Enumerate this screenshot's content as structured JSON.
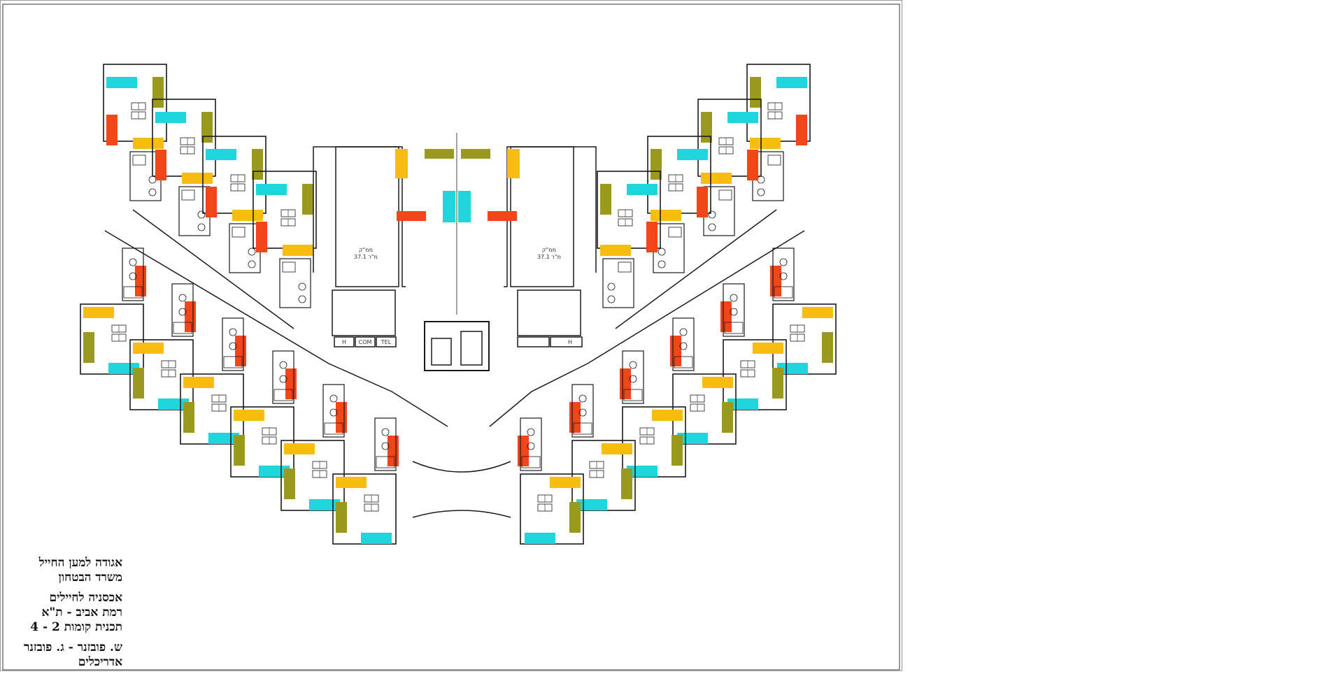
{
  "drawing": {
    "colors": {
      "line": "#1a1a1a",
      "cyan": "#1fd6dc",
      "olive": "#9a9a1e",
      "red": "#f2461a",
      "yellow": "#f7bd0f",
      "frame": "#8a8a8a"
    },
    "room_labels": {
      "left_room": [
        "ממ\"ק",
        "37.1 מ\"ר"
      ],
      "right_room": [
        "ממ\"ק",
        "37.1 מ\"ר"
      ]
    },
    "shaft_labels": {
      "left": [
        "H",
        "COM",
        "TEL"
      ],
      "right": [
        "",
        "H"
      ]
    }
  },
  "title_block": {
    "client_1": "אגודה למען החייל",
    "client_2": "משרד הבטחון",
    "project_1": "אכסניה לחיילים",
    "project_2": "רמת אביב - ת\"א",
    "sheet": "תכנית קומות 2 - 4",
    "architects_1": "ש. פובזנר - ג. פובזנר",
    "architects_2": "אדריכלים"
  }
}
